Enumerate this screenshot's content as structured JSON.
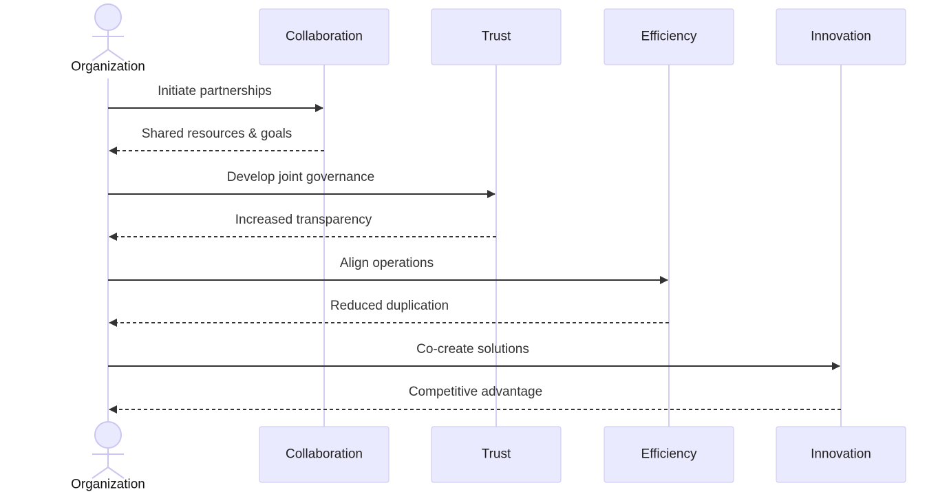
{
  "diagram": {
    "type": "sequence",
    "actor": {
      "label": "Organization"
    },
    "participants": [
      {
        "id": "collaboration",
        "label": "Collaboration"
      },
      {
        "id": "trust",
        "label": "Trust"
      },
      {
        "id": "efficiency",
        "label": "Efficiency"
      },
      {
        "id": "innovation",
        "label": "Innovation"
      }
    ],
    "messages": [
      {
        "from": "organization",
        "to": "collaboration",
        "label": "Initiate partnerships",
        "style": "solid"
      },
      {
        "from": "collaboration",
        "to": "organization",
        "label": "Shared resources & goals",
        "style": "dashed"
      },
      {
        "from": "organization",
        "to": "trust",
        "label": "Develop joint governance",
        "style": "solid"
      },
      {
        "from": "trust",
        "to": "organization",
        "label": "Increased transparency",
        "style": "dashed"
      },
      {
        "from": "organization",
        "to": "efficiency",
        "label": "Align operations",
        "style": "solid"
      },
      {
        "from": "efficiency",
        "to": "organization",
        "label": "Reduced duplication",
        "style": "dashed"
      },
      {
        "from": "organization",
        "to": "innovation",
        "label": "Co-create solutions",
        "style": "solid"
      },
      {
        "from": "innovation",
        "to": "organization",
        "label": "Competitive advantage",
        "style": "dashed"
      }
    ],
    "colors": {
      "participant_fill": "#eaeaff",
      "participant_stroke": "#cbc6f0",
      "lifeline": "#d4cdf2",
      "message": "#333333"
    }
  }
}
